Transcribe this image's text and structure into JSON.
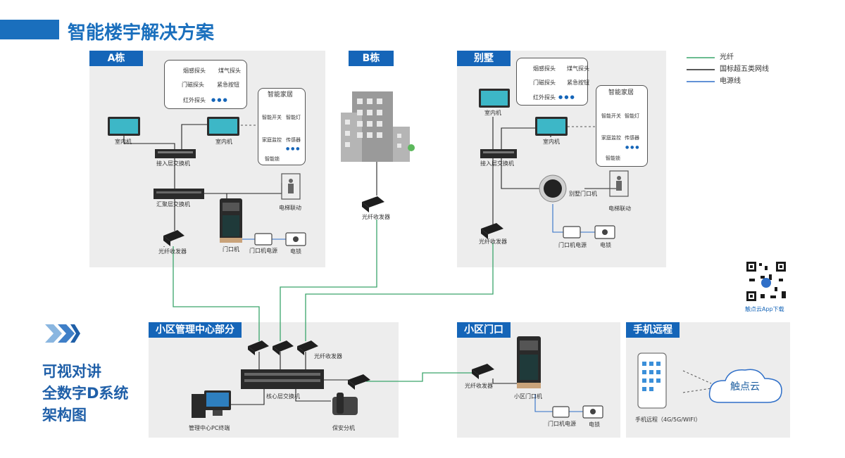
{
  "title": "智能楼宇解决方案",
  "side_title": [
    "可视对讲",
    "全数字D系统",
    "架构图"
  ],
  "legend": [
    {
      "label": "光纤",
      "color": "#3aa56b"
    },
    {
      "label": "国标超五类网线",
      "color": "#222222"
    },
    {
      "label": "电源线",
      "color": "#2f6fc8"
    }
  ],
  "sections": {
    "a": "A栋",
    "b": "B栋",
    "villa": "别墅",
    "center": "小区管理中心部分",
    "gate": "小区门口",
    "remote": "手机远程"
  },
  "detectors": {
    "smoke": "烟感探头",
    "gas": "煤气探头",
    "door": "门磁探头",
    "sos": "紧急按钮",
    "ir": "红外探头",
    "more": "● ● ●"
  },
  "smart_home": {
    "title": "智能家居",
    "items": [
      "智能开关",
      "智能灯",
      "家庭监控",
      "传感器",
      "智能锁"
    ],
    "more": "● ● ●"
  },
  "devices": {
    "indoor": "室内机",
    "access_switch": "接入层交换机",
    "agg_switch": "汇聚层交换机",
    "fiber_tx": "光纤收发器",
    "door_station": "门口机",
    "door_power": "门口机电源",
    "lock": "电锁",
    "elevator": "电梯联动",
    "villa_door": "别墅门口机",
    "core_switch": "核心层交换机",
    "pc": "管理中心PC终端",
    "guard": "保安分机",
    "gate_door": "小区门口机",
    "phone": "手机远程（4G/5G/WIFI）",
    "cloud": "触点云",
    "app_download": "触点云App下载"
  },
  "colors": {
    "accent": "#1565b8",
    "fiber": "#3aa56b",
    "panel": "#ededed"
  }
}
